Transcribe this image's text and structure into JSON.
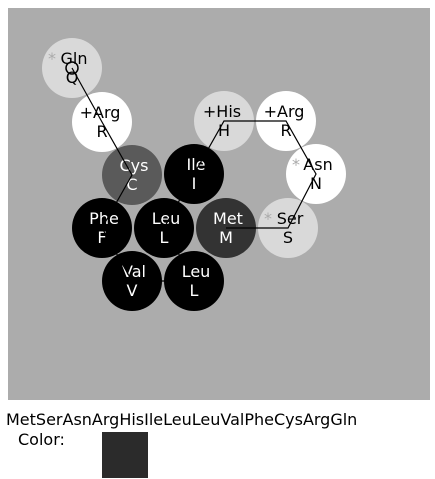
{
  "sequence": "MetSerAsnArgHisIleLeuLeuValPheCysArgGln",
  "color_label": "Color:",
  "selected_color": "#2b2b2b",
  "residues": [
    {
      "name": "Gln",
      "code": "Q",
      "sign": "*",
      "color": "#d9d9d9",
      "text_color": "#000000"
    },
    {
      "name": "Arg",
      "code": "R",
      "sign": "+",
      "color": "#ffffff",
      "text_color": "#000000"
    },
    {
      "name": "Cys",
      "code": "C",
      "sign": "",
      "color": "#5a5a5a",
      "text_color": "#ffffff"
    },
    {
      "name": "Ile",
      "code": "I",
      "sign": "",
      "color": "#000000",
      "text_color": "#ffffff"
    },
    {
      "name": "His",
      "code": "H",
      "sign": "+",
      "color": "#d9d9d9",
      "text_color": "#000000"
    },
    {
      "name": "Arg",
      "code": "R",
      "sign": "+",
      "color": "#ffffff",
      "text_color": "#000000"
    },
    {
      "name": "Asn",
      "code": "N",
      "sign": "*",
      "color": "#ffffff",
      "text_color": "#000000"
    },
    {
      "name": "Phe",
      "code": "F",
      "sign": "",
      "color": "#000000",
      "text_color": "#ffffff"
    },
    {
      "name": "Leu",
      "code": "L",
      "sign": "",
      "color": "#000000",
      "text_color": "#ffffff"
    },
    {
      "name": "Met",
      "code": "M",
      "sign": "",
      "color": "#333333",
      "text_color": "#ffffff"
    },
    {
      "name": "Ser",
      "code": "S",
      "sign": "*",
      "color": "#d9d9d9",
      "text_color": "#000000"
    },
    {
      "name": "Val",
      "code": "V",
      "sign": "",
      "color": "#000000",
      "text_color": "#ffffff"
    },
    {
      "name": "Leu",
      "code": "L",
      "sign": "",
      "color": "#000000",
      "text_color": "#ffffff"
    }
  ]
}
